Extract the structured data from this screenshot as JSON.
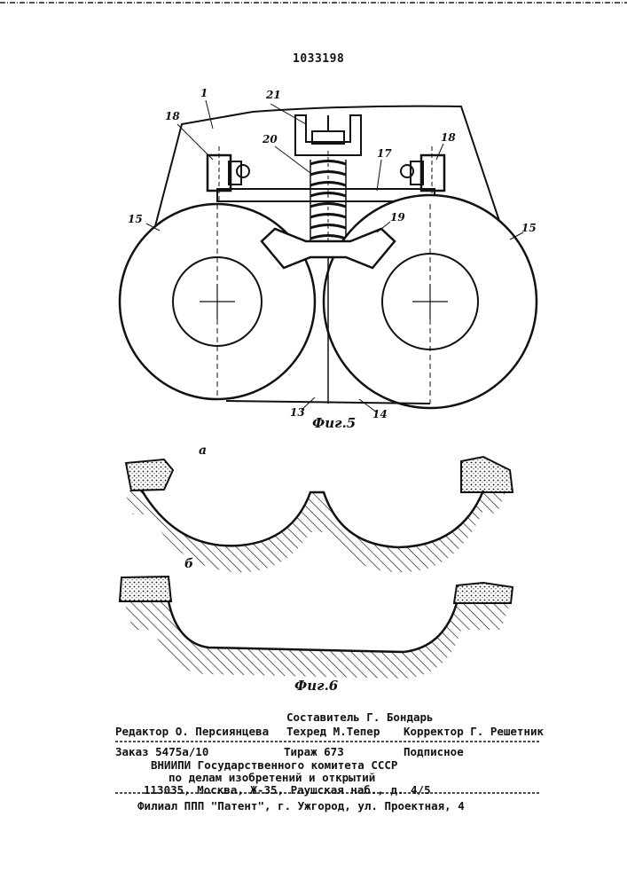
{
  "patent_number": "1033198",
  "figure5": {
    "caption": "Фиг.5",
    "part_labels": [
      "1",
      "21",
      "18",
      "20",
      "17",
      "18",
      "15",
      "19",
      "15",
      "13",
      "14"
    ]
  },
  "figure6": {
    "caption": "Фиг.6",
    "sub_a": "а",
    "sub_b": "б"
  },
  "credits": {
    "editor": "Редактор О. Персиянцева",
    "compiler": "Составитель Г. Бондарь",
    "techred": "Техред М.Тепер",
    "corrector": "Корректор Г. Решетник",
    "order": "Заказ 5475а/10",
    "circulation": "Тираж  673",
    "subscription": "Подписное",
    "org_line1": "ВНИИПИ Государственного комитета СССР",
    "org_line2": "по делам изобретений и открытий",
    "address": "113035, Москва, Ж-35, Раушская наб., д. 4/5",
    "branch": "Филиал ППП \"Патент\", г. Ужгород, ул. Проектная, 4"
  }
}
